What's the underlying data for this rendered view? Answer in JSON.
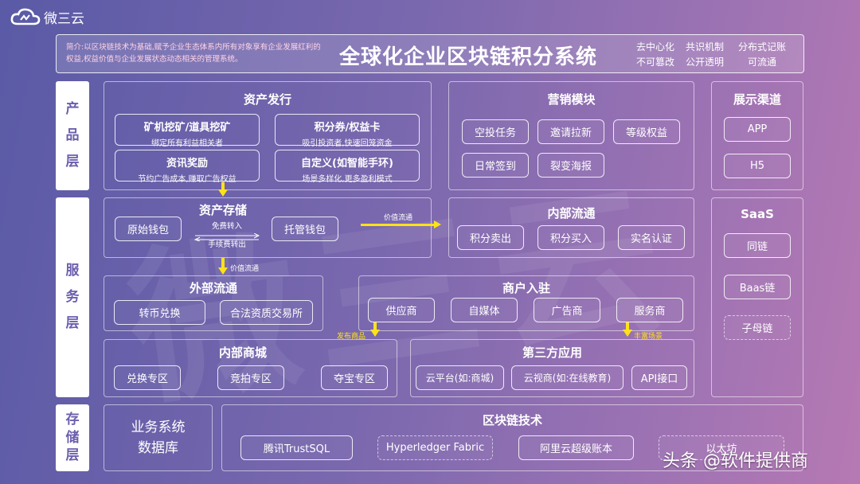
{
  "logo": {
    "text": "微三云"
  },
  "header": {
    "intro": "简介:以区块链技术为基础,赋予企业生态体系内所有对象享有企业发展红利的权益,权益价值与企业发展状态动态相关的管理系统。",
    "title": "全球化企业区块链积分系统",
    "features": [
      "去中心化",
      "共识机制",
      "分布式记账",
      "不可篡改",
      "公开透明",
      "可流通"
    ]
  },
  "layers": {
    "product": "产品层",
    "service": "服务层",
    "storage": "存储层"
  },
  "asset_issue": {
    "title": "资产发行",
    "items": [
      {
        "title": "矿机挖矿/道具挖矿",
        "sub": "绑定所有利益相关者"
      },
      {
        "title": "积分券/权益卡",
        "sub": "吸引投资者,快速回笼资金"
      },
      {
        "title": "资讯奖励",
        "sub": "节约广告成本,赚取广告权益"
      },
      {
        "title": "自定义(如智能手环)",
        "sub": "场景多样化,更多盈利模式"
      }
    ]
  },
  "marketing": {
    "title": "营销模块",
    "items": [
      "空投任务",
      "邀请拉新",
      "等级权益",
      "日常签到",
      "裂变海报"
    ]
  },
  "display": {
    "title": "展示渠道",
    "items": [
      "APP",
      "H5"
    ]
  },
  "asset_storage": {
    "title": "资产存储",
    "left": "原始钱包",
    "right": "托管钱包",
    "top_note": "免费转入",
    "bottom_note": "手续费转出"
  },
  "flow_labels": {
    "value_flow_right": "价值流通",
    "value_flow_down": "价值流通",
    "publish_goods": "发布商品",
    "rich_scenes": "丰富场景"
  },
  "internal_flow": {
    "title": "内部流通",
    "items": [
      "积分卖出",
      "积分买入",
      "实名认证"
    ]
  },
  "saas": {
    "title": "SaaS",
    "items": [
      "同链",
      "Baas链",
      "子母链"
    ]
  },
  "external_flow": {
    "title": "外部流通",
    "items": [
      "转币兑换",
      "合法资质交易所"
    ]
  },
  "merchant": {
    "title": "商户入驻",
    "items": [
      "供应商",
      "自媒体",
      "广告商",
      "服务商"
    ]
  },
  "internal_mall": {
    "title": "内部商城",
    "items": [
      "兑换专区",
      "竞拍专区",
      "夺宝专区"
    ]
  },
  "third_party": {
    "title": "第三方应用",
    "items": [
      "云平台(如:商城)",
      "云视商(如:在线教育)",
      "API接口"
    ]
  },
  "biz_db": {
    "line1": "业务系统",
    "line2": "数据库"
  },
  "blockchain": {
    "title": "区块链技术",
    "items": [
      "腾讯TrustSQL",
      "Hyperledger Fabric",
      "阿里云超级账本",
      "以太坊"
    ]
  },
  "footer_watermark": "头条 @软件提供商",
  "colors": {
    "accent": "#ffe21a",
    "layer_text": "#6b5fae",
    "bg_left": "#5a5aa6",
    "bg_right": "#b679b3"
  }
}
